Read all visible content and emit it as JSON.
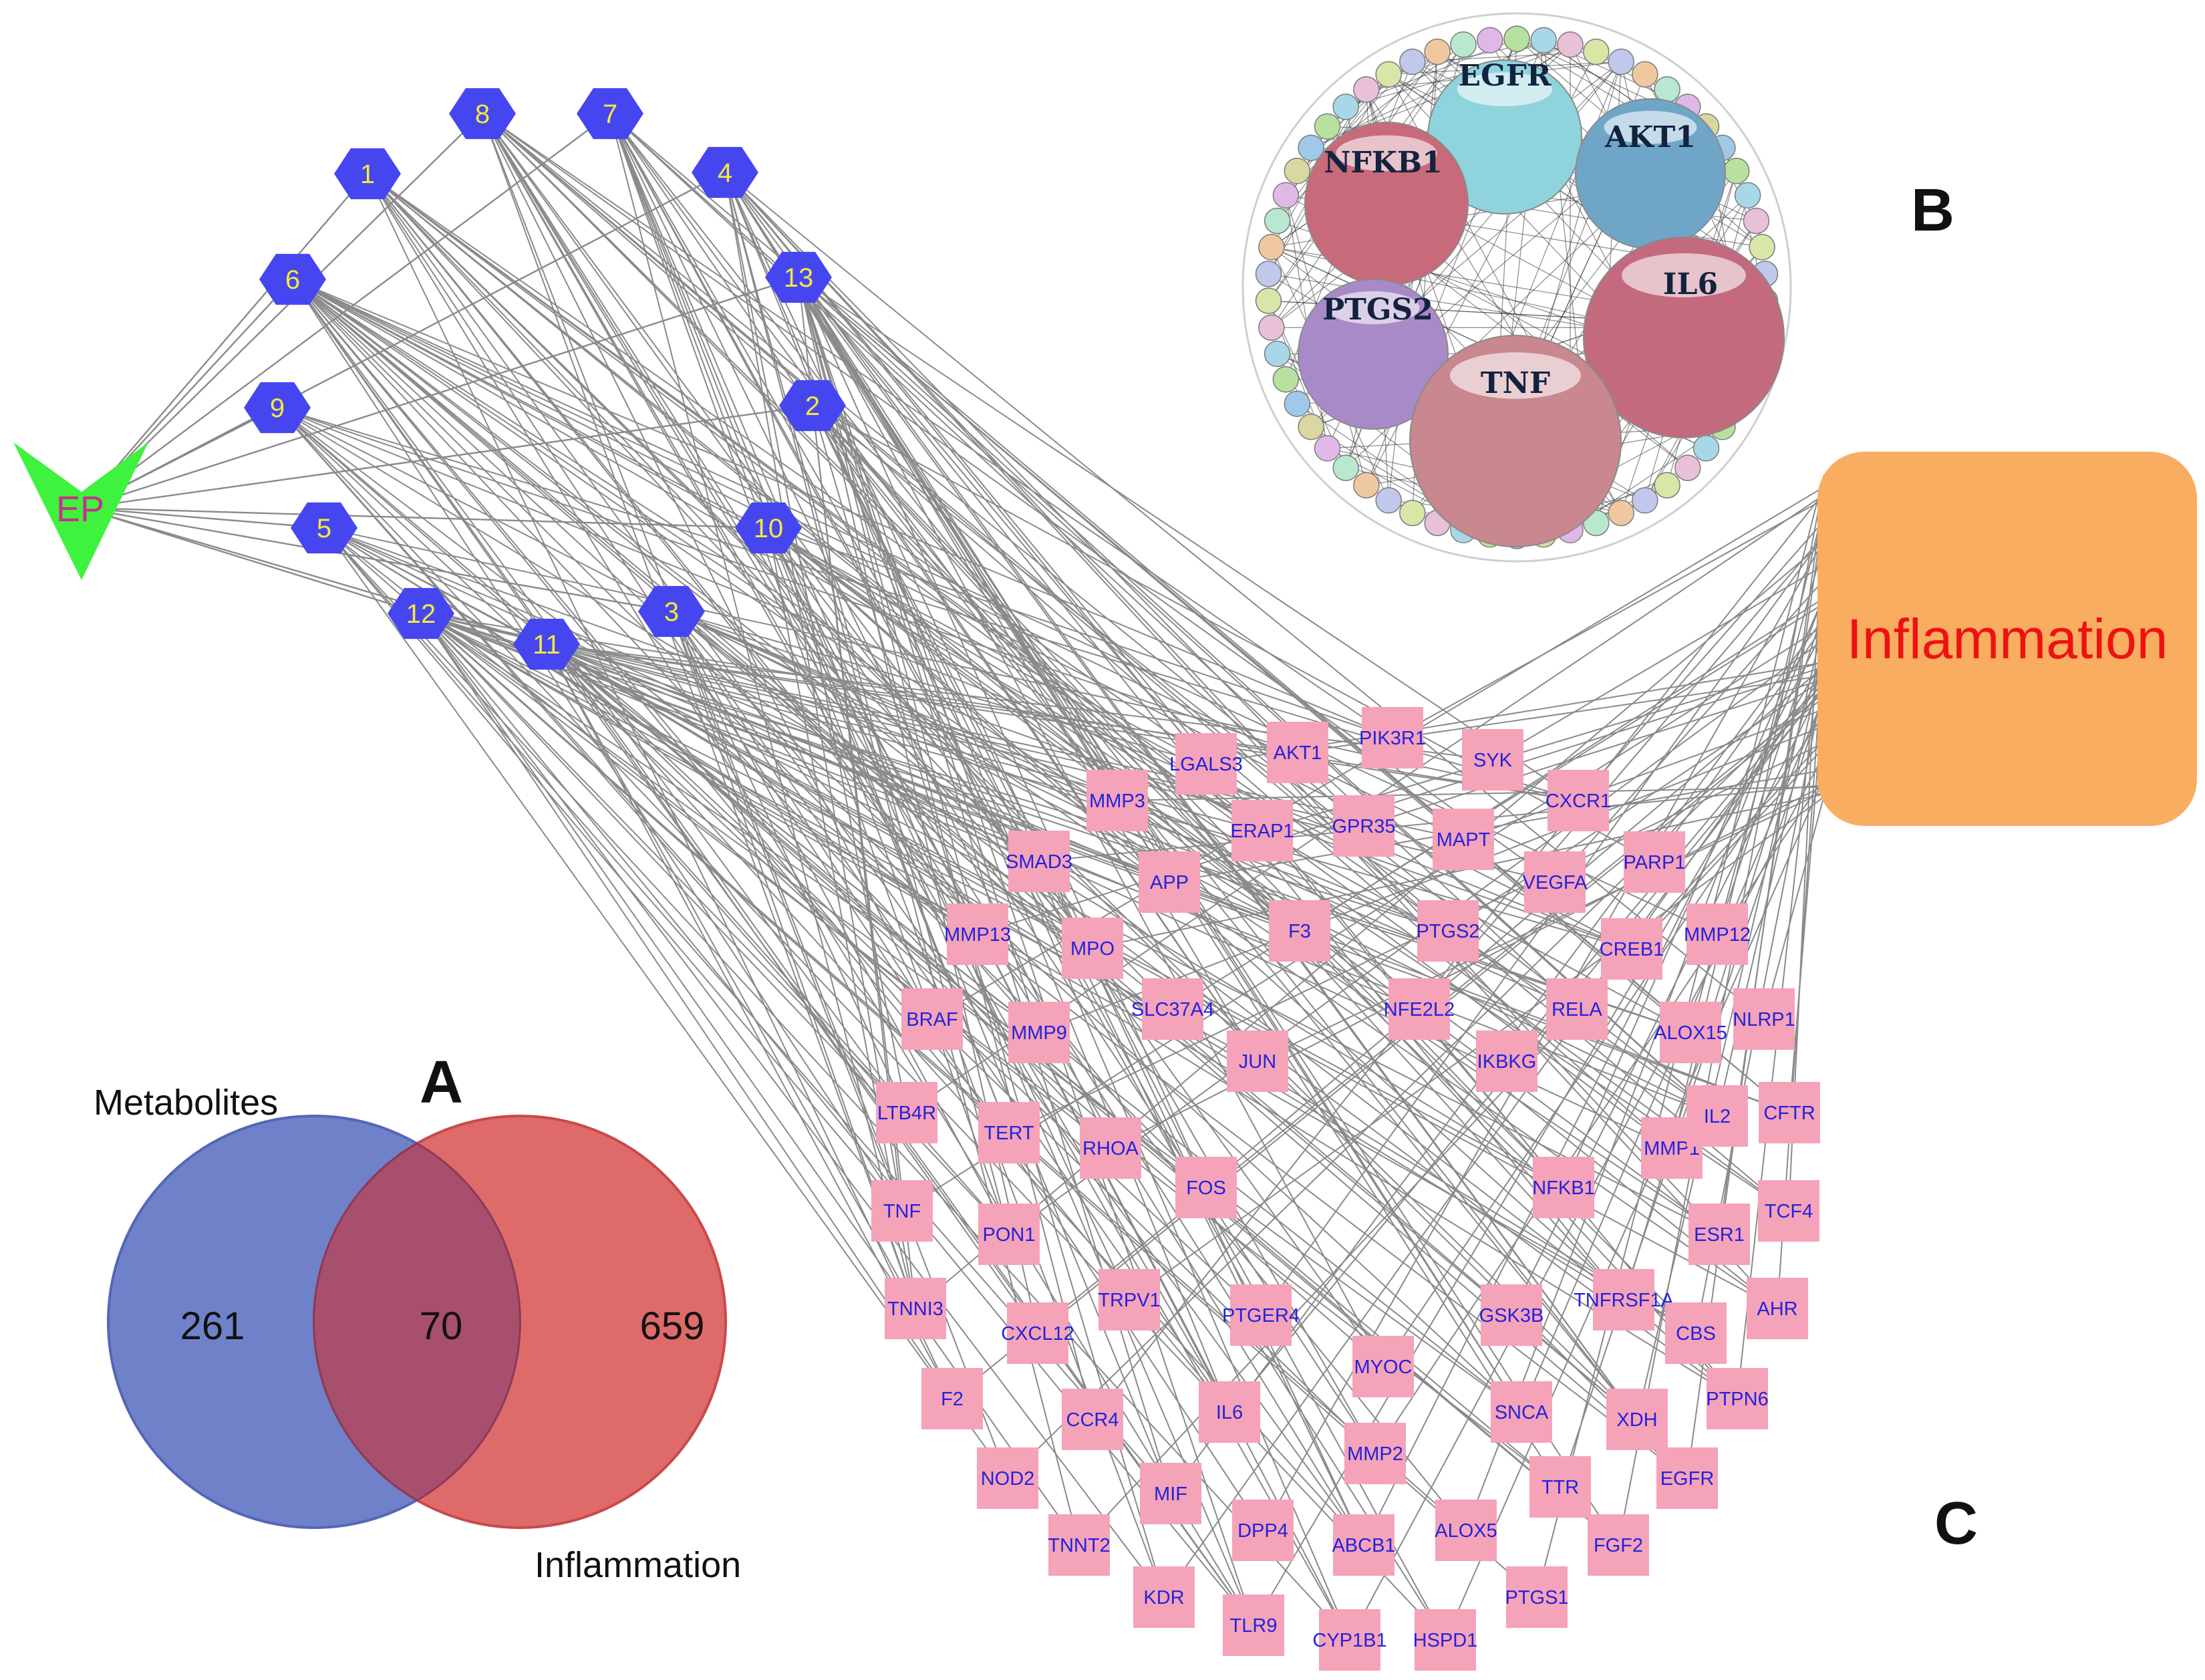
{
  "panels": {
    "a": "A",
    "b": "B",
    "c": "C"
  },
  "colors": {
    "metabolites_set": "#6f82c9",
    "inflammation_set": "#df6a6a",
    "overlap": "#a84f6e",
    "compound_node": "#4646f0",
    "compound_label": "#f2ea3b",
    "gene_node": "#f4a3b8",
    "gene_label": "#2222dd",
    "disease_node": "#f9ad61",
    "disease_label": "#ee1111",
    "source_node": "#3ef23e",
    "source_label": "#c8308c",
    "edge": "#8a8a8a"
  },
  "venn": {
    "left_label": "Metabolites",
    "right_label": "Inflammation",
    "left_only": "261",
    "overlap": "70",
    "right_only": "659"
  },
  "network": {
    "source_node": "EP",
    "disease_node": "Inflammation",
    "compounds": [
      "1",
      "2",
      "3",
      "4",
      "5",
      "6",
      "7",
      "8",
      "9",
      "10",
      "11",
      "12",
      "13"
    ],
    "genes": [
      "AKT1",
      "PIK3R1",
      "LGALS3",
      "SYK",
      "MMP3",
      "CXCR1",
      "ERAP1",
      "GPR35",
      "MAPT",
      "SMAD3",
      "APP",
      "VEGFA",
      "PARP1",
      "F3",
      "PTGS2",
      "MMP13",
      "MPO",
      "CREB1",
      "MMP12",
      "NFE2L2",
      "SLC37A4",
      "RELA",
      "BRAF",
      "MMP9",
      "ALOX15",
      "NLRP1",
      "JUN",
      "IKBKG",
      "LTB4R",
      "TERT",
      "RHOA",
      "MMP1",
      "IL2",
      "CFTR",
      "FOS",
      "NFKB1",
      "TNF",
      "PON1",
      "ESR1",
      "TCF4",
      "TNNI3",
      "TRPV1",
      "PTGER4",
      "GSK3B",
      "TNFRSF1A",
      "CXCL12",
      "CBS",
      "AHR",
      "MYOC",
      "F2",
      "CCR4",
      "IL6",
      "SNCA",
      "XDH",
      "PTPN6",
      "MMP2",
      "NOD2",
      "MIF",
      "TTR",
      "EGFR",
      "DPP4",
      "ALOX5",
      "TNNT2",
      "ABCB1",
      "FGF2",
      "KDR",
      "PTGS1",
      "TLR9",
      "HSPD1",
      "CYP1B1"
    ]
  },
  "ppi": {
    "hubs": [
      "EGFR",
      "AKT1",
      "NFKB1",
      "IL6",
      "PTGS2",
      "TNF"
    ],
    "hub_colors": [
      "#8fd3dc",
      "#6fa6c8",
      "#c86a7a",
      "#c46a7f",
      "#a98ac8",
      "#c9878f"
    ],
    "ring_colors": [
      "#b8e1a0",
      "#a8d8e8",
      "#e8c0d8",
      "#d8e6a8",
      "#c0c8ec",
      "#f0c8a0",
      "#b8e8d0",
      "#e0b8e8",
      "#d8d8a0",
      "#a0c8e8"
    ]
  }
}
